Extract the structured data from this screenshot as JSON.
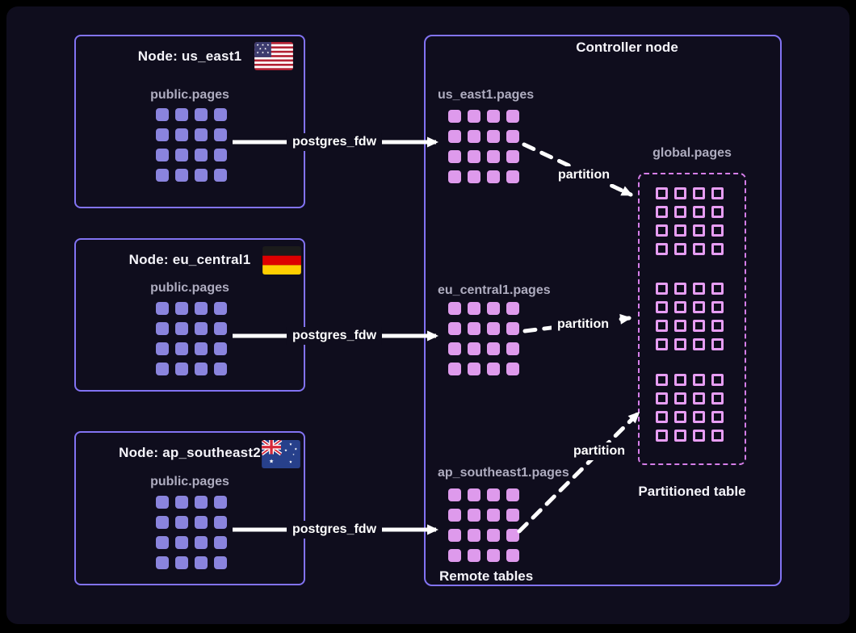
{
  "palette": {
    "frame_bg": "#000000",
    "stage_bg": "#0f0d1d",
    "box_border": "#8273f3",
    "node_square": "#8a84de",
    "remote_square": "#de9aec",
    "partition_square_border": "#e79df3",
    "partition_box_border": "#d67ee9",
    "muted_label": "#aeacbf",
    "text": "#ffffff",
    "arrow": "#ffffff"
  },
  "grid": {
    "rows": 4,
    "cols": 4,
    "cells": 16
  },
  "nodes": [
    {
      "title": "Node: us_east1",
      "flag": "us-flag",
      "table": "public.pages"
    },
    {
      "title": "Node: eu_central1",
      "flag": "germany-flag",
      "table": "public.pages"
    },
    {
      "title": "Node: ap_southeast2",
      "flag": "australia-flag",
      "table": "public.pages"
    }
  ],
  "fdw_arrows": [
    {
      "label": "postgres_fdw"
    },
    {
      "label": "postgres_fdw"
    },
    {
      "label": "postgres_fdw"
    }
  ],
  "partition_arrows": [
    {
      "label": "partition"
    },
    {
      "label": "partition"
    },
    {
      "label": "partition"
    }
  ],
  "controller": {
    "title": "Controller node",
    "remote_tables": [
      {
        "label": "us_east1.pages"
      },
      {
        "label": "eu_central1.pages"
      },
      {
        "label": "ap_southeast1.pages"
      }
    ],
    "remote_caption": "Remote tables",
    "partitioned_table": {
      "label": "global.pages",
      "caption": "Partitioned table",
      "partition_groups": 3
    }
  }
}
